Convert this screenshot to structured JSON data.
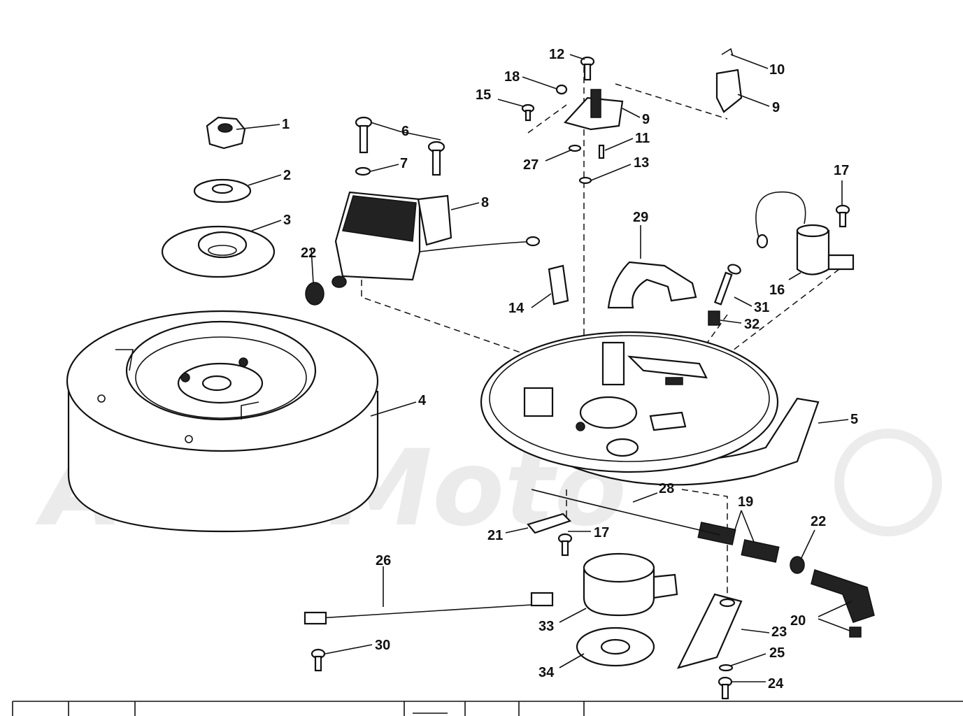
{
  "callouts": {
    "c1": "1",
    "c2": "2",
    "c3": "3",
    "c4": "4",
    "c5": "5",
    "c6": "6",
    "c7": "7",
    "c8": "8",
    "c9a": "9",
    "c9b": "9",
    "c10": "10",
    "c11": "11",
    "c12": "12",
    "c13": "13",
    "c14": "14",
    "c15": "15",
    "c16": "16",
    "c17a": "17",
    "c17b": "17",
    "c18": "18",
    "c19": "19",
    "c20": "20",
    "c21": "21",
    "c22a": "22",
    "c22b": "22",
    "c23": "23",
    "c24": "24",
    "c25": "25",
    "c26": "26",
    "c27": "27",
    "c28": "28",
    "c29": "29",
    "c30": "30",
    "c31": "31",
    "c32": "32",
    "c33": "33",
    "c34": "34"
  },
  "watermark": {
    "text": "AcehMoto"
  },
  "colors": {
    "line": "#111111",
    "background": "#ffffff",
    "watermark": "#dcdcdc"
  }
}
